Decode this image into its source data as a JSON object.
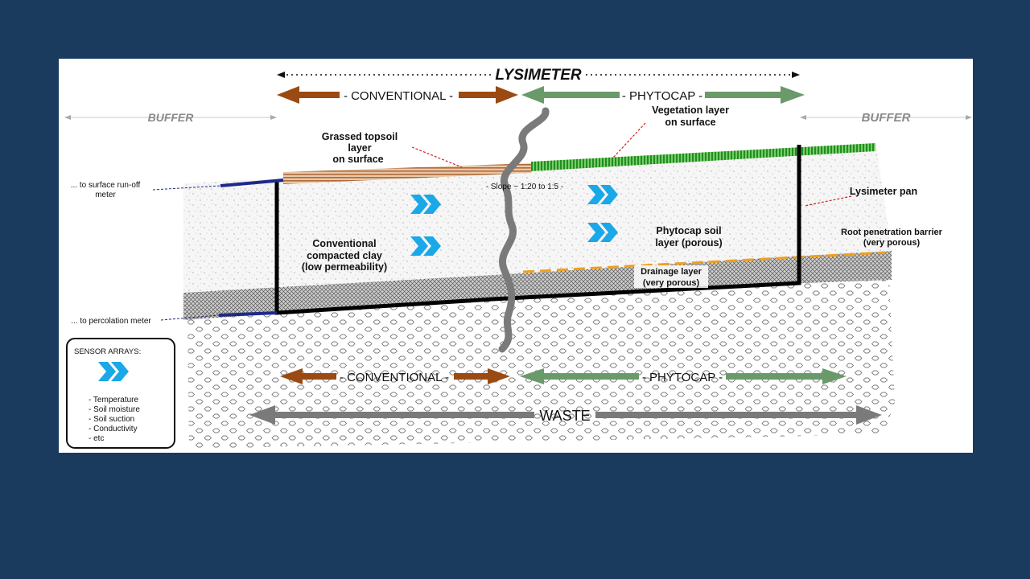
{
  "labels": {
    "lysimeter": "LYSIMETER",
    "conventional_top": "- CONVENTIONAL -",
    "phytocap_top": "- PHYTOCAP -",
    "buffer_left": "BUFFER",
    "buffer_right": "BUFFER",
    "vegetation_line1": "Vegetation layer",
    "vegetation_line2": "on surface",
    "grassed_line1": "Grassed topsoil",
    "grassed_line2": "layer",
    "grassed_line3": "on surface",
    "runoff_line1": "... to surface run-off",
    "runoff_line2": "meter",
    "slope": "- Slope ~ 1:20 to 1:5 -",
    "lysimeter_pan": "Lysimeter pan",
    "phytocap_soil_line1": "Phytocap soil",
    "phytocap_soil_line2": "layer (porous)",
    "root_barrier_line1": "Root penetration barrier",
    "root_barrier_line2": "(very porous)",
    "conventional_clay_line1": "Conventional",
    "conventional_clay_line2": "compacted clay",
    "conventional_clay_line3": "(low permeability)",
    "drainage_line1": "Drainage layer",
    "drainage_line2": "(very porous)",
    "percolation": "... to percolation meter",
    "conventional_bottom": "- CONVENTIONAL -",
    "phytocap_bottom": "- PHYTOCAP -",
    "waste": "WASTE"
  },
  "sensor_legend": {
    "title": "SENSOR ARRAYS:",
    "items": [
      "- Temperature",
      "- Soil moisture",
      "- Soil suction",
      "- Conductivity",
      "- etc"
    ]
  },
  "colors": {
    "slide_background": "#1a3a5e",
    "conventional_arrow": "#9a4a12",
    "phytocap_arrow": "#6a9a6a",
    "waste_arrow": "#7a7a7a",
    "sensor_chevron": "#1aa8e8",
    "vegetation": "#2fa52f",
    "drainage_line": "#f0a020",
    "pipe": "#1e2a8a"
  }
}
